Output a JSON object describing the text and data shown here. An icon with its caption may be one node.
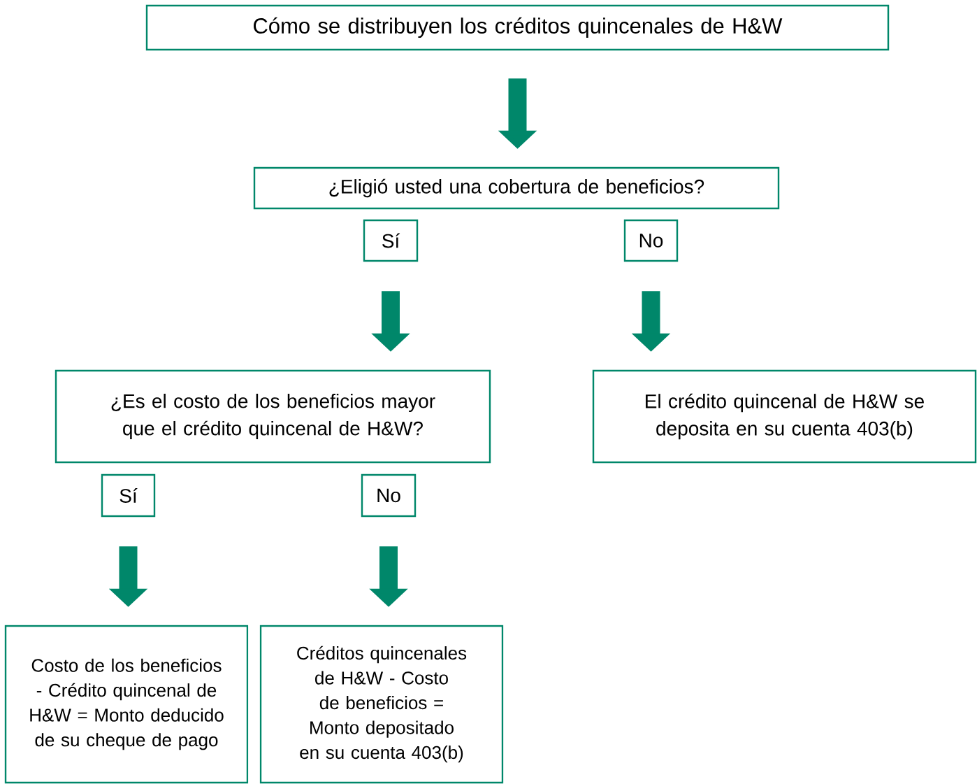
{
  "diagram": {
    "nodes": [
      {
        "text": [
          "Cómo se distribuyen los créditos quincenales de H&W"
        ]
      },
      {
        "text": [
          "¿Eligió usted una cobertura de beneficios?"
        ]
      },
      {
        "text": [
          "Sí"
        ]
      },
      {
        "text": [
          "No"
        ]
      },
      {
        "text": [
          "¿Es el costo de los beneficios mayor que el crédito quincenal de H&W?"
        ]
      },
      {
        "text": [
          "El crédito quincenal de H&W se deposita en su cuenta 403(b)"
        ]
      },
      {
        "text": [
          "Sí"
        ]
      },
      {
        "text": [
          "No"
        ]
      },
      {
        "text": [
          "Costo de los beneficios - Crédito quincenal de H&W = Monto deducido de su cheque de pago"
        ]
      },
      {
        "text": [
          "Créditos quincenales de H&W - Costo de beneficios = Monto depositado en su cuenta 403(b)"
        ]
      }
    ],
    "edges": [
      {
        "from": 0,
        "to": 1,
        "arrow": "to"
      },
      {
        "from": 2,
        "to": 4,
        "arrow": "to"
      },
      {
        "from": 3,
        "to": 5,
        "arrow": "to"
      },
      {
        "from": 6,
        "to": 8,
        "arrow": "to"
      },
      {
        "from": 7,
        "to": 9,
        "arrow": "to"
      }
    ]
  }
}
